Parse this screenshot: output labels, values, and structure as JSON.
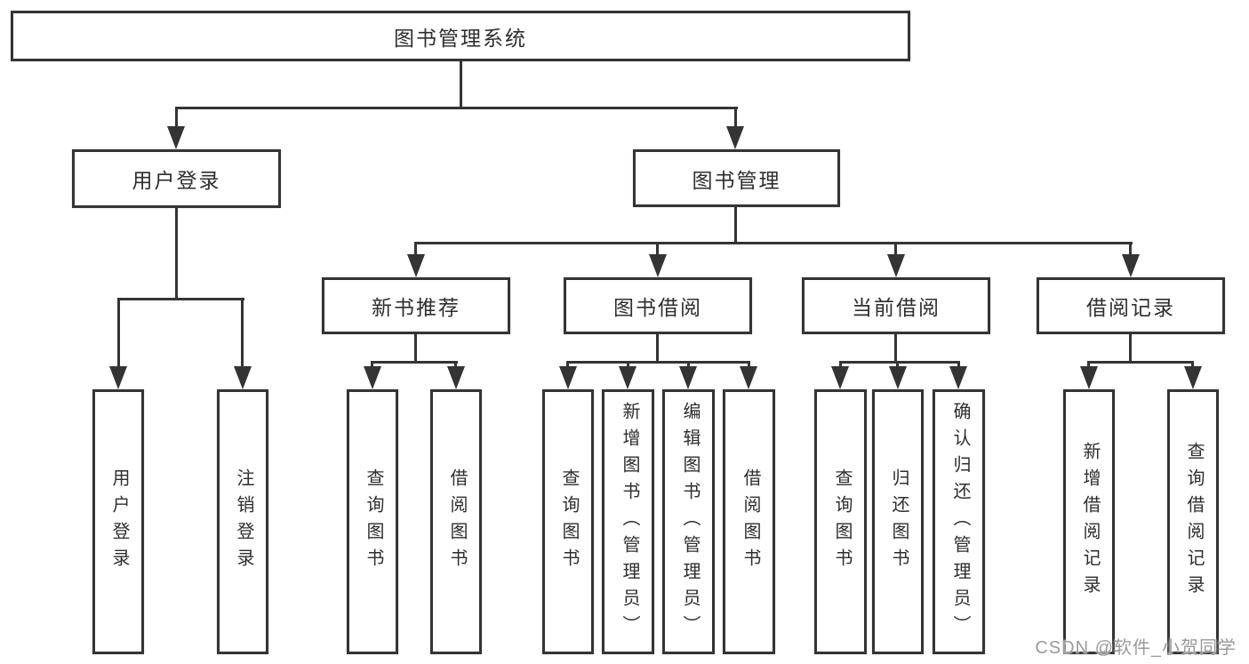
{
  "tree": {
    "label": "图书管理系统",
    "children": [
      {
        "label": "用户登录",
        "children": [
          {
            "label": "用户登录"
          },
          {
            "label": "注销登录"
          }
        ]
      },
      {
        "label": "图书管理",
        "children": [
          {
            "label": "新书推荐",
            "children": [
              {
                "label": "查询图书"
              },
              {
                "label": "借阅图书"
              }
            ]
          },
          {
            "label": "图书借阅",
            "children": [
              {
                "label": "查询图书"
              },
              {
                "label": "新增图书（管理员）"
              },
              {
                "label": "编辑图书（管理员）"
              },
              {
                "label": "借阅图书"
              }
            ]
          },
          {
            "label": "当前借阅",
            "children": [
              {
                "label": "查询图书"
              },
              {
                "label": "归还图书"
              },
              {
                "label": "确认归还（管理员）"
              }
            ]
          },
          {
            "label": "借阅记录",
            "children": [
              {
                "label": "新增借阅记录"
              },
              {
                "label": "查询借阅记录"
              }
            ]
          }
        ]
      }
    ]
  },
  "watermark": "CSDN @软件_小贺同学",
  "colors": {
    "line": "#343434",
    "box_border": "#343434",
    "box_fill": "#ffffff",
    "text": "#2e2e2e",
    "watermark": "#9a9a9a"
  }
}
